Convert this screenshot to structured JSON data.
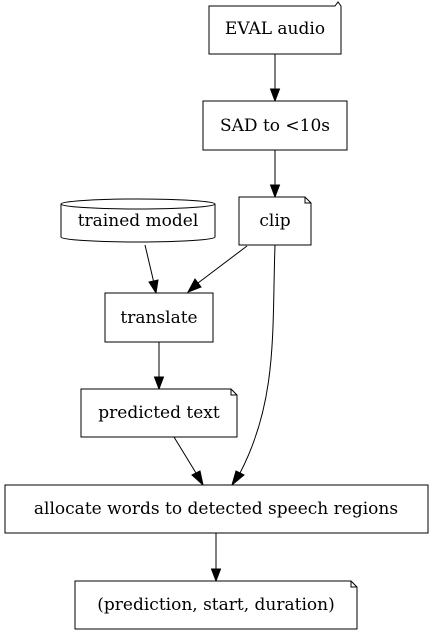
{
  "diagram": {
    "nodes": {
      "eval_audio": "EVAL audio",
      "sad": "SAD to <10s",
      "trained_model": "trained model",
      "clip": "clip",
      "translate": "translate",
      "predicted_text": "predicted text",
      "allocate": "allocate words to detected speech regions",
      "output": "(prediction, start, duration)"
    },
    "node_shapes": {
      "eval_audio": "folder",
      "sad": "box",
      "trained_model": "cylinder",
      "clip": "note",
      "translate": "box",
      "predicted_text": "note",
      "allocate": "box",
      "output": "note"
    },
    "edges": [
      [
        "eval_audio",
        "sad"
      ],
      [
        "sad",
        "clip"
      ],
      [
        "trained_model",
        "translate"
      ],
      [
        "clip",
        "translate"
      ],
      [
        "clip",
        "allocate"
      ],
      [
        "translate",
        "predicted_text"
      ],
      [
        "predicted_text",
        "allocate"
      ],
      [
        "allocate",
        "output"
      ]
    ]
  }
}
